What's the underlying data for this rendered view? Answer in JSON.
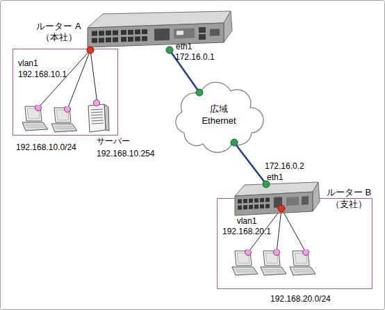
{
  "diagram": {
    "nodes": [
      {
        "text": [
          "ルーター A （本社）"
        ]
      },
      {
        "text": [
          "vlan1 192.168.10.1",
          "192.168.10.0/24"
        ]
      },
      {
        "text": [
          "サーバー 192.168.10.254"
        ],
        "in": 1
      },
      {
        "text": [
          "広域 Ethernet"
        ]
      },
      {
        "text": [
          "ルーター B （支社）"
        ]
      },
      {
        "text": [
          "vlan1 192.168.20.1",
          "192.168.20.0/24"
        ]
      }
    ],
    "edges": [
      {
        "from": 0,
        "to": 3,
        "arrow": "none"
      },
      {
        "from": 3,
        "to": 4,
        "arrow": "none"
      },
      {
        "from": 0,
        "to": 2,
        "arrow": "none"
      }
    ],
    "labels": [
      "eth1",
      "172.16.0.1",
      "172.16.0.2",
      "eth1"
    ]
  }
}
